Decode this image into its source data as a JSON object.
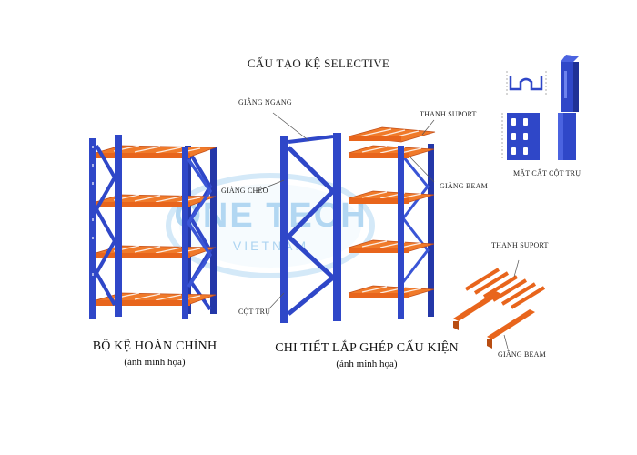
{
  "title": "CẤU TẠO KỆ SELECTIVE",
  "watermark": {
    "brand": "ONE TECH",
    "sub": "VIETNAM"
  },
  "labels": {
    "giang_ngang": "GIẰNG NGANG",
    "giang_cheo": "GIẰNG CHÉO",
    "cot_tru": "CỘT TRỤ",
    "thanh_suport_top": "THANH SUPORT",
    "giang_beam_top": "GIẰNG BEAM",
    "mat_cat_cot_tru": "MẶT CẮT CỘT TRỤ",
    "thanh_suport_bottom": "THANH SUPORT",
    "giang_beam_bottom": "GIẰNG BEAM"
  },
  "captions": {
    "complete": {
      "main": "BỘ KỆ HOÀN CHỈNH",
      "sub": "(ảnh minh họa)"
    },
    "details": {
      "main": "CHI TIẾT LẮP GHÉP CẤU KIỆN",
      "sub": "(ảnh minh họa)"
    }
  },
  "colors": {
    "upright_blue": "#2f47c8",
    "beam_orange": "#e8651c",
    "deck_orange": "#f07a2a",
    "watermark": "#8ec3ea"
  }
}
